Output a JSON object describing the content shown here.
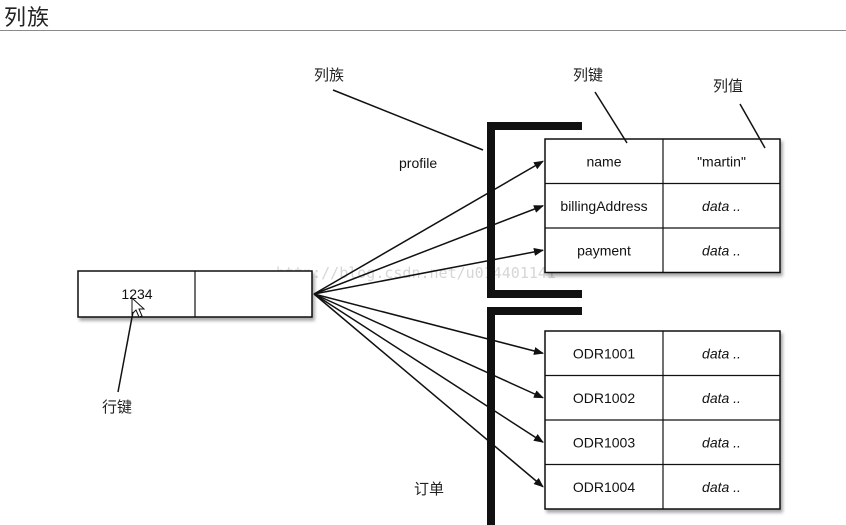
{
  "section_title": "列族",
  "labels": {
    "column_family": "列族",
    "column_key": "列键",
    "column_value": "列值",
    "row_key": "行键",
    "family_profile": "profile",
    "family_orders": "订单"
  },
  "row": {
    "key": "1234"
  },
  "profile_rows": [
    {
      "key": "name",
      "value": "\"martin\""
    },
    {
      "key": "billingAddress",
      "value": "data .."
    },
    {
      "key": "payment",
      "value": "data .."
    }
  ],
  "order_rows": [
    {
      "key": "ODR1001",
      "value": "data .."
    },
    {
      "key": "ODR1002",
      "value": "data .."
    },
    {
      "key": "ODR1003",
      "value": "data .."
    },
    {
      "key": "ODR1004",
      "value": "data .."
    }
  ],
  "watermark": "http://blog.csdn.net/u014401141"
}
